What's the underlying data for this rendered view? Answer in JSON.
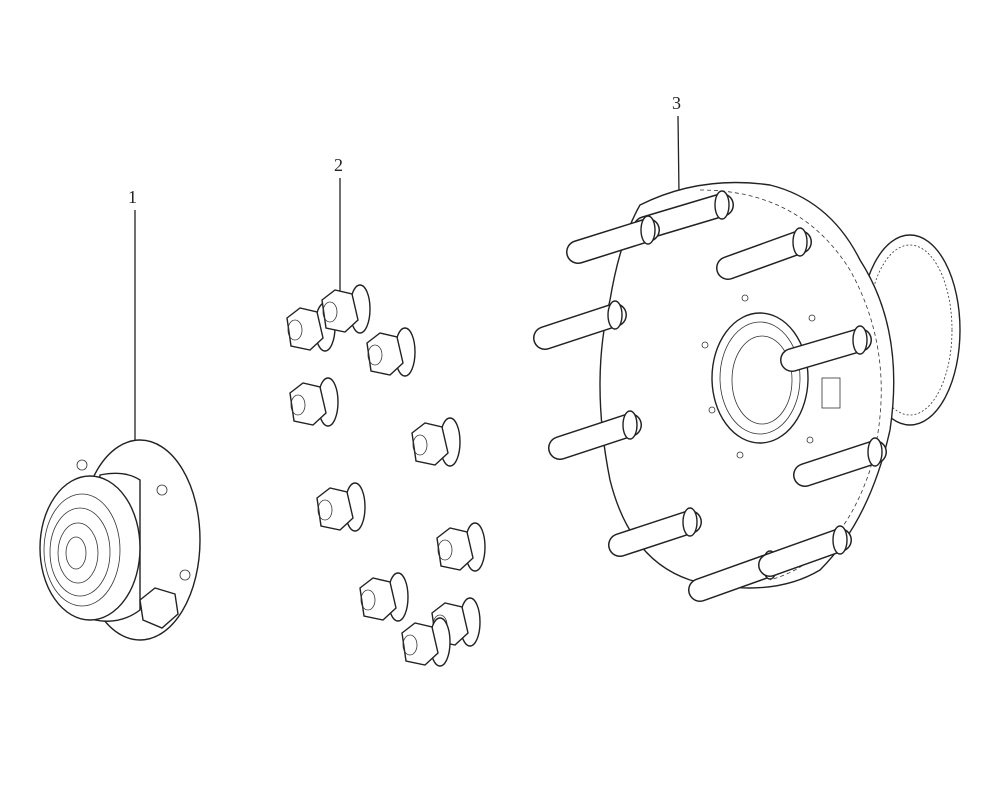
{
  "callouts": [
    {
      "label": "1",
      "part": "hub-cap"
    },
    {
      "label": "2",
      "part": "wheel-nut"
    },
    {
      "label": "3",
      "part": "wheel-hub"
    }
  ],
  "nut_count": 10,
  "stud_count": 10
}
